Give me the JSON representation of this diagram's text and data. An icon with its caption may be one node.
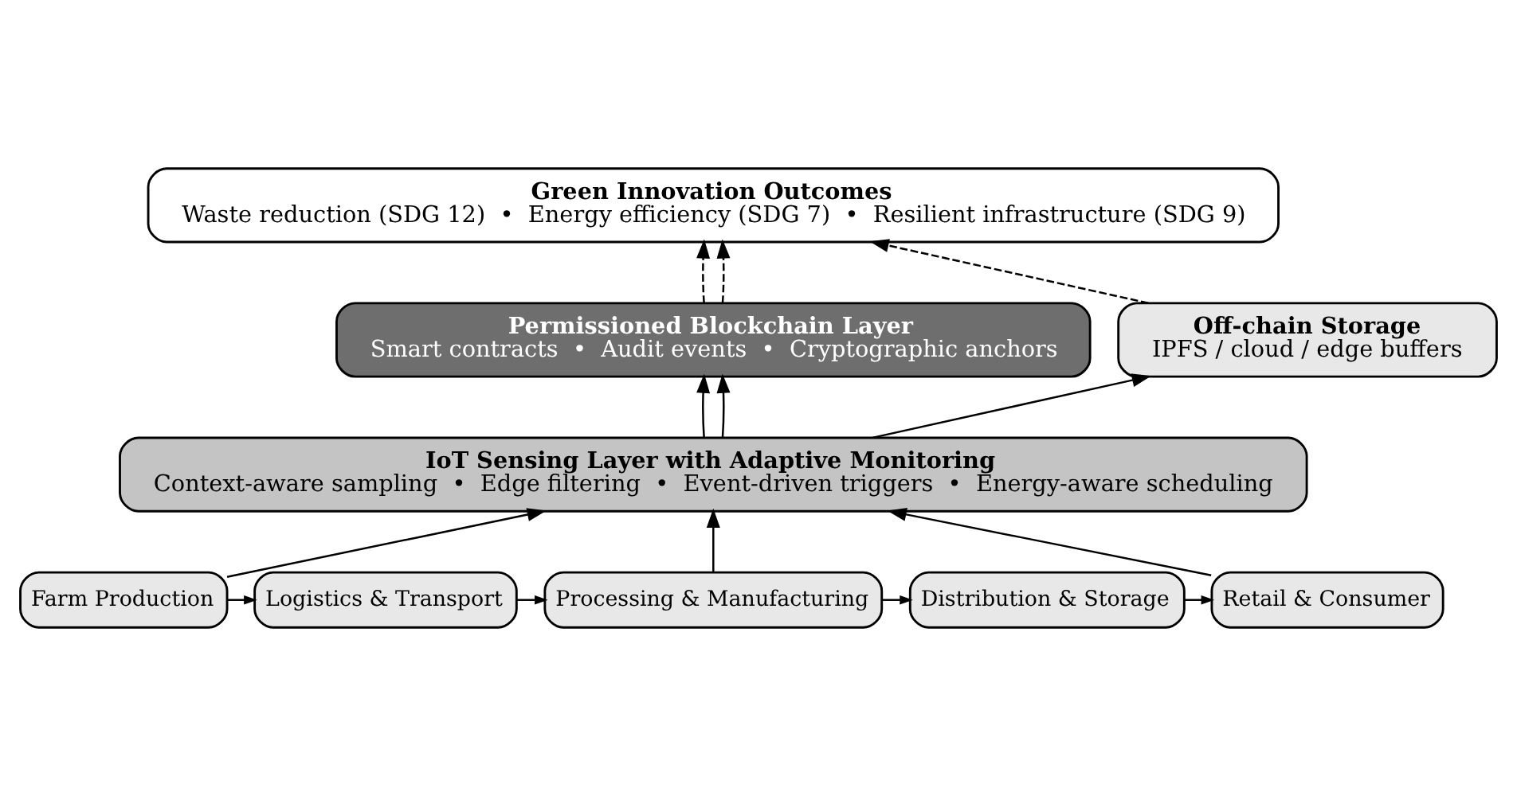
{
  "diagram": {
    "nodes": [
      {
        "text": [
          "Green Innovation Outcomes",
          "Waste reduction (SDG 12)  •  Energy efficiency (SDG 7)  •  Resilient infrastructure (SDG 9)"
        ]
      },
      {
        "text": [
          "Permissioned Blockchain Layer",
          "Smart contracts  •  Audit events  •  Cryptographic anchors"
        ]
      },
      {
        "text": [
          "Off-chain Storage",
          "IPFS / cloud / edge buffers"
        ]
      },
      {
        "text": [
          "IoT Sensing Layer with Adaptive Monitoring",
          "Context-aware sampling  •  Edge filtering  •  Event-driven triggers  •  Energy-aware scheduling"
        ]
      },
      {
        "text": [
          "Farm Production"
        ]
      },
      {
        "text": [
          "Logistics & Transport"
        ]
      },
      {
        "text": [
          "Processing & Manufacturing"
        ]
      },
      {
        "text": [
          "Distribution & Storage"
        ]
      },
      {
        "text": [
          "Retail & Consumer"
        ]
      }
    ],
    "edges": [
      {
        "from": 4,
        "to": 5,
        "arrow": "to"
      },
      {
        "from": 5,
        "to": 6,
        "arrow": "to"
      },
      {
        "from": 6,
        "to": 7,
        "arrow": "to"
      },
      {
        "from": 7,
        "to": 8,
        "arrow": "to"
      },
      {
        "from": 4,
        "to": 3,
        "arrow": "to"
      },
      {
        "from": 6,
        "to": 3,
        "arrow": "to"
      },
      {
        "from": 8,
        "to": 3,
        "arrow": "to"
      },
      {
        "from": 3,
        "to": 1,
        "arrow": "to"
      },
      {
        "from": 3,
        "to": 1,
        "arrow": "to"
      },
      {
        "from": 3,
        "to": 2,
        "arrow": "to"
      },
      {
        "from": 1,
        "to": 0,
        "arrow": "to",
        "style": "dashed"
      },
      {
        "from": 1,
        "to": 0,
        "arrow": "to",
        "style": "dashed"
      },
      {
        "from": 2,
        "to": 0,
        "arrow": "to",
        "style": "dashed"
      }
    ]
  }
}
